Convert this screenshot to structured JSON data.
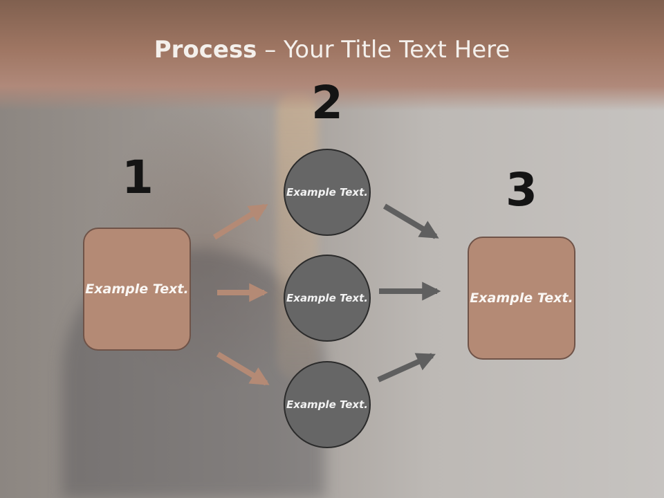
{
  "title": {
    "bold": "Process",
    "rest": " – Your Title Text Here"
  },
  "steps": {
    "one": {
      "number": "1",
      "text": "Example Text."
    },
    "two": {
      "number": "2",
      "items": [
        {
          "text": "Example Text."
        },
        {
          "text": "Example Text."
        },
        {
          "text": "Example Text."
        }
      ]
    },
    "three": {
      "number": "3",
      "text": "Example Text."
    }
  },
  "colors": {
    "accent": "#b48a75",
    "circle": "#666666",
    "arrow_left": "#b48a75",
    "arrow_right": "#5f5f5f"
  }
}
